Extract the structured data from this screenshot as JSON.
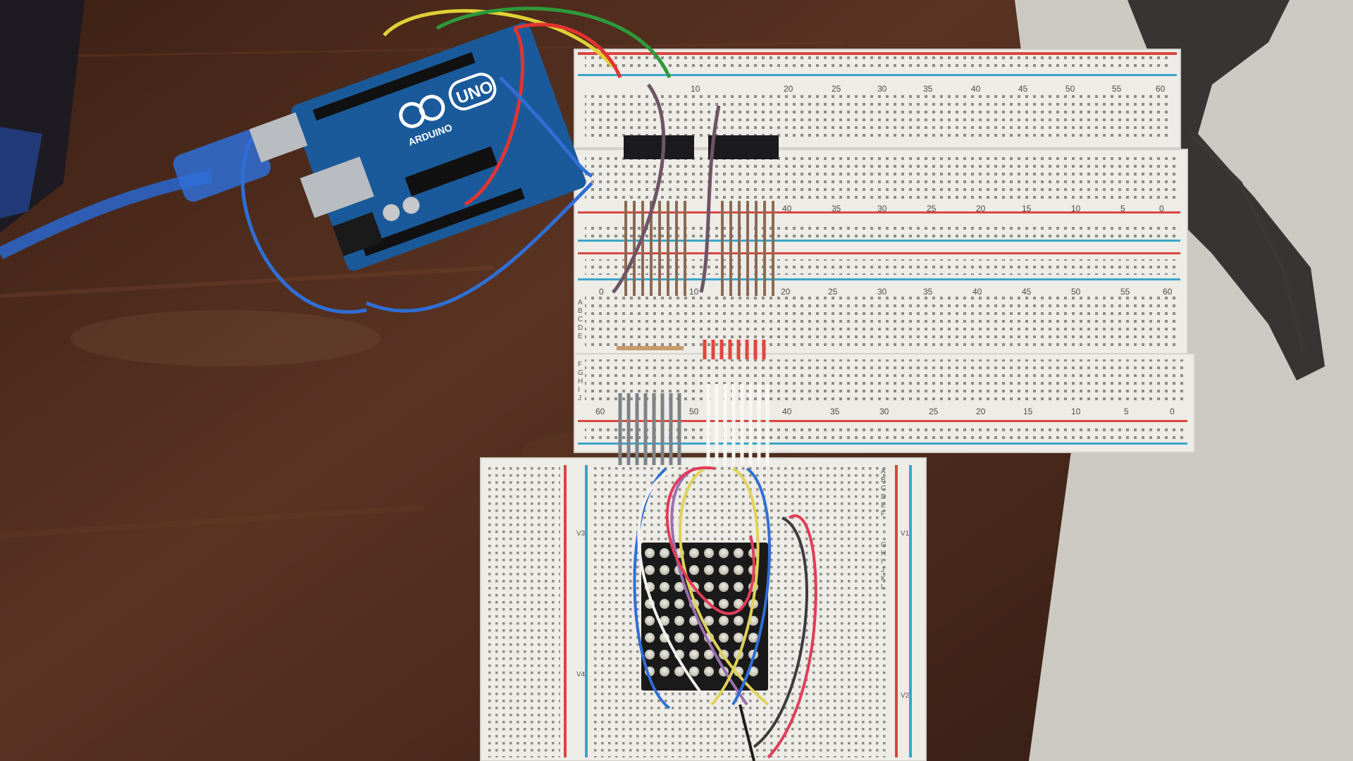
{
  "photo": {
    "subject": "Arduino UNO with breadboards and 8x8 LED matrix",
    "colors": {
      "table": "#4a2a1c",
      "table_highlight": "#6b3f2a",
      "carpet": "#c9c6bf",
      "breadboard": "#eeece6",
      "rail_red": "#d9453f",
      "rail_blue": "#3aa5c9",
      "arduino_blue": "#1a5a9a",
      "usb_blue": "#2b63c4"
    }
  },
  "arduino": {
    "logo_text": "UNO",
    "brand_text": "ARDUINO"
  },
  "breadboard_top": {
    "column_numbers": [
      "10",
      "20",
      "25",
      "30",
      "35",
      "40",
      "45",
      "50",
      "55",
      "60"
    ]
  },
  "breadboard_middle": {
    "column_numbers_reversed": [
      "40",
      "35",
      "30",
      "25",
      "20",
      "15",
      "10",
      "5",
      "0"
    ],
    "column_numbers": [
      "0",
      "10",
      "20",
      "25",
      "30",
      "35",
      "40",
      "45",
      "50",
      "55",
      "60"
    ],
    "row_letters": [
      "A",
      "B",
      "C",
      "D",
      "E"
    ]
  },
  "breadboard_lower": {
    "row_letters": [
      "F",
      "G",
      "H",
      "I",
      "J"
    ],
    "column_numbers_reversed": [
      "60",
      "50",
      "40",
      "35",
      "30",
      "25",
      "20",
      "15",
      "10",
      "5",
      "0"
    ]
  },
  "breadboard_small": {
    "labels": [
      "V1",
      "V2",
      "V3",
      "V4"
    ],
    "row_letters": [
      "A",
      "B",
      "C",
      "D",
      "E",
      "F",
      "G",
      "H",
      "I",
      "J",
      "K",
      "L"
    ]
  },
  "led_matrix": {
    "rows": 8,
    "cols": 8
  },
  "icons": [
    "arduino-infinity-logo-icon"
  ]
}
